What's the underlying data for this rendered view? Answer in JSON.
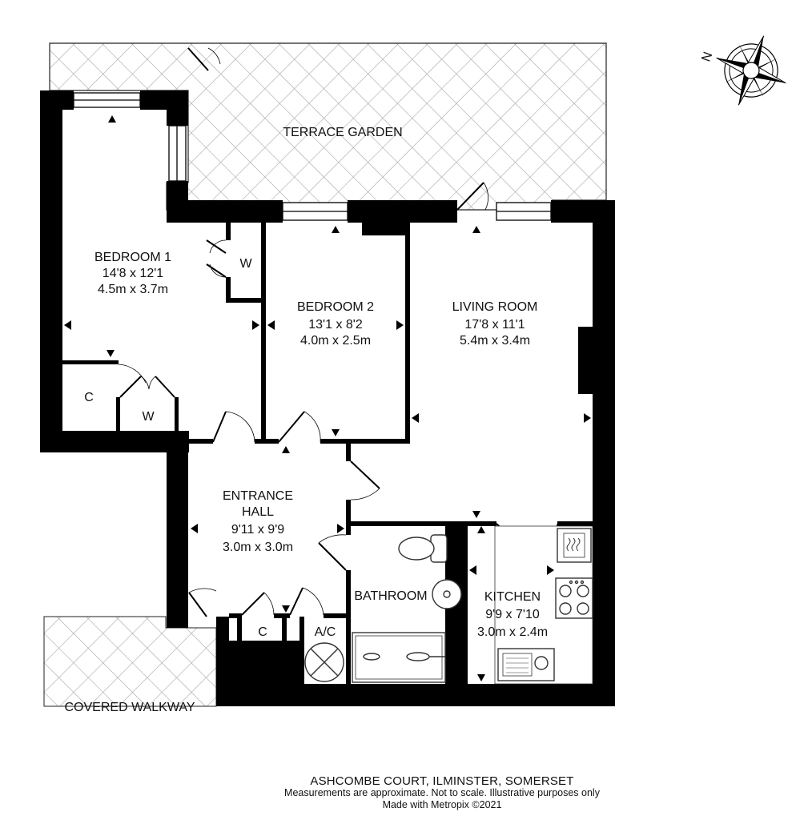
{
  "property": {
    "address": "ASHCOMBE COURT, ILMINSTER, SOMERSET",
    "disclaimer": "Measurements are approximate.  Not to scale.  Illustrative purposes only",
    "credit": "Made with Metropix ©2021"
  },
  "compass": {
    "north_label": "N"
  },
  "exterior": {
    "terrace": "TERRACE GARDEN",
    "walkway": "COVERED WALKWAY"
  },
  "rooms": {
    "bedroom1": {
      "name": "BEDROOM 1",
      "imperial": "14'8 x 12'1",
      "metric": "4.5m x 3.7m"
    },
    "bedroom2": {
      "name": "BEDROOM 2",
      "imperial": "13'1 x 8'2",
      "metric": "4.0m x 2.5m"
    },
    "living": {
      "name": "LIVING ROOM",
      "imperial": "17'8 x 11'1",
      "metric": "5.4m x 3.4m"
    },
    "hall": {
      "name1": "ENTRANCE",
      "name2": "HALL",
      "imperial": "9'11 x 9'9",
      "metric": "3.0m x 3.0m"
    },
    "kitchen": {
      "name": "KITCHEN",
      "imperial": "9'9 x 7'10",
      "metric": "3.0m x 2.4m"
    },
    "bathroom": {
      "name": "BATHROOM"
    }
  },
  "storage": {
    "wardrobe_bed1_upper": "W",
    "wardrobe_bed1_lower": "W",
    "cupboard_bed1": "C",
    "cupboard_hall": "C",
    "airing_cupboard": "A/C"
  },
  "colors": {
    "wall": "#000000",
    "hatch": "#9a9a9a",
    "fixture": "#555555"
  }
}
